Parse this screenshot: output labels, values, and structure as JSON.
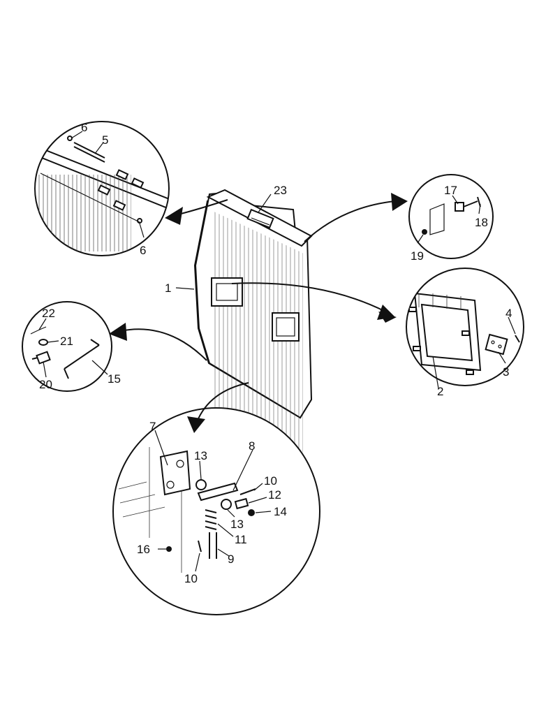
{
  "labels": {
    "n1": "1",
    "n2": "2",
    "n3": "3",
    "n4": "4",
    "n5": "5",
    "n6a": "6",
    "n6b": "6",
    "n7": "7",
    "n8": "8",
    "n9": "9",
    "n10a": "10",
    "n10b": "10",
    "n11": "11",
    "n12": "12",
    "n13a": "13",
    "n13b": "13",
    "n14": "14",
    "n15": "15",
    "n16": "16",
    "n17": "17",
    "n18": "18",
    "n19": "19",
    "n20": "20",
    "n21": "21",
    "n22": "22",
    "n23": "23"
  }
}
